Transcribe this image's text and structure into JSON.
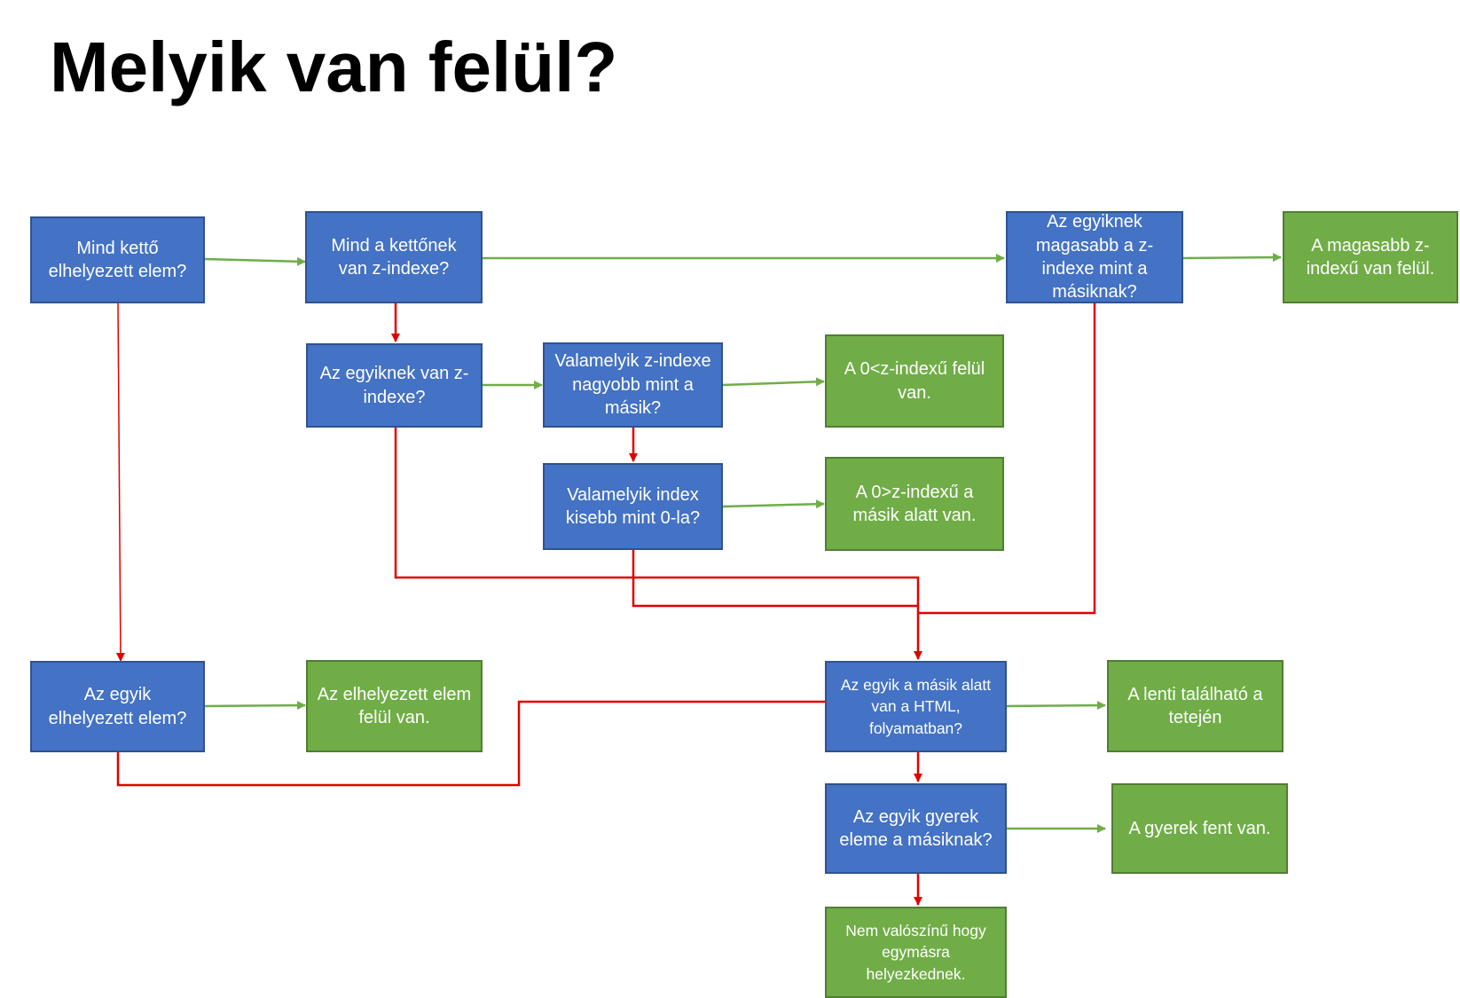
{
  "title": "Melyik van felül?",
  "colors": {
    "question_fill": "#4472c4",
    "question_border": "#2f528f",
    "answer_fill": "#70ad47",
    "answer_border": "#507e32",
    "yes_arrow": "#70ad47",
    "no_arrow": "#e00000"
  },
  "nodes": {
    "q_both_positioned": "Mind kettő elhelyezett elem?",
    "q_both_zindex": "Mind a kettőnek van z-indexe?",
    "q_one_higher_z": "Az egyiknek magasabb a z-indexe mint a másiknak?",
    "a_higher_z_on_top": "A magasabb z-indexű van felül.",
    "q_one_has_zindex": "Az egyiknek van z-indexe?",
    "q_z_greater": "Valamelyik z-indexe nagyobb mint a másik?",
    "a_positive_z_on_top": "A 0<z-indexű felül van.",
    "q_index_less_zero": "Valamelyik index kisebb mint 0-la?",
    "a_negative_z_below": "A 0>z-indexű a másik alatt van.",
    "q_one_positioned": "Az egyik elhelyezett elem?",
    "a_positioned_on_top": "Az elhelyezett elem felül van.",
    "q_below_in_html": "Az egyik a másik alatt van a HTML, folyamatban?",
    "a_lower_on_top": "A lenti található a tetején",
    "q_is_child": "Az egyik gyerek eleme a másiknak?",
    "a_child_on_top": "A gyerek fent van.",
    "a_unlikely_overlap": "Nem valószínű hogy egymásra helyezkednek."
  }
}
